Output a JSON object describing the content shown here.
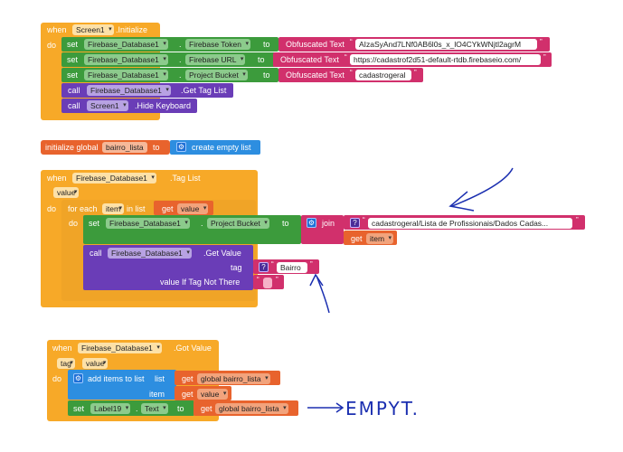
{
  "colors": {
    "event": "#f7a928",
    "setter": "#3c9b3c",
    "call": "#6a3db7",
    "text": "#d1306c",
    "variable": "#e8632d",
    "list": "#2d8ee0",
    "annotation": "#1b2fb0"
  },
  "block1": {
    "when": "when",
    "component": "Screen1",
    "event": ".Initialize",
    "do": "do",
    "rows": [
      {
        "set": "set",
        "component": "Firebase_Database1",
        "property": "Firebase Token",
        "to": "to",
        "value_kind": "Obfuscated Text",
        "value": "AIzaSyAnd7LNf0AB6l0s_x_lO4CYkWNjtl2agrM"
      },
      {
        "set": "set",
        "component": "Firebase_Database1",
        "property": "Firebase URL",
        "to": "to",
        "value_kind": "Obfuscated Text",
        "value": "https://cadastrof2d51-default-rtdb.firebaseio.com/"
      },
      {
        "set": "set",
        "component": "Firebase_Database1",
        "property": "Project Bucket",
        "to": "to",
        "value_kind": "Obfuscated Text",
        "value": "cadastrogeral"
      }
    ],
    "calls": [
      {
        "call": "call",
        "component": "Firebase_Database1",
        "method": ".Get Tag List"
      },
      {
        "call": "call",
        "component": "Screen1",
        "method": ".Hide Keyboard"
      }
    ]
  },
  "block2": {
    "label": "initialize global",
    "name": "bairro_lista",
    "to": "to",
    "value": "create empty list"
  },
  "block3": {
    "when": "when",
    "component": "Firebase_Database1",
    "event": ".Tag List",
    "param": "value",
    "do": "do",
    "foreach": "for each",
    "item": "item",
    "inlist": "in list",
    "get": "get",
    "getvalue": "value",
    "inner_do": "do",
    "set": "set",
    "set_component": "Firebase_Database1",
    "set_property": "Project Bucket",
    "to": "to",
    "join": "join",
    "join_text": "cadastrogeral/Lista de Profissionais/Dados Cadas...",
    "get2": "get",
    "get2_name": "item",
    "call": "call",
    "call_component": "Firebase_Database1",
    "call_method": ".Get Value",
    "tag_label": "tag",
    "tag_value": "Bairro",
    "notthere_label": "value If Tag Not There",
    "notthere_value": ""
  },
  "block4": {
    "when": "when",
    "component": "Firebase_Database1",
    "event": ".Got Value",
    "param1": "tag",
    "param2": "value",
    "do": "do",
    "add_label": "add items to list",
    "list_label": "list",
    "get": "get",
    "list_var": "global bairro_lista",
    "item_label": "item",
    "item_var": "value",
    "set": "set",
    "set_component": "Label19",
    "set_property": "Text",
    "to": "to",
    "set_var": "global bairro_lista"
  },
  "annotation": {
    "note": "EMPYT."
  }
}
